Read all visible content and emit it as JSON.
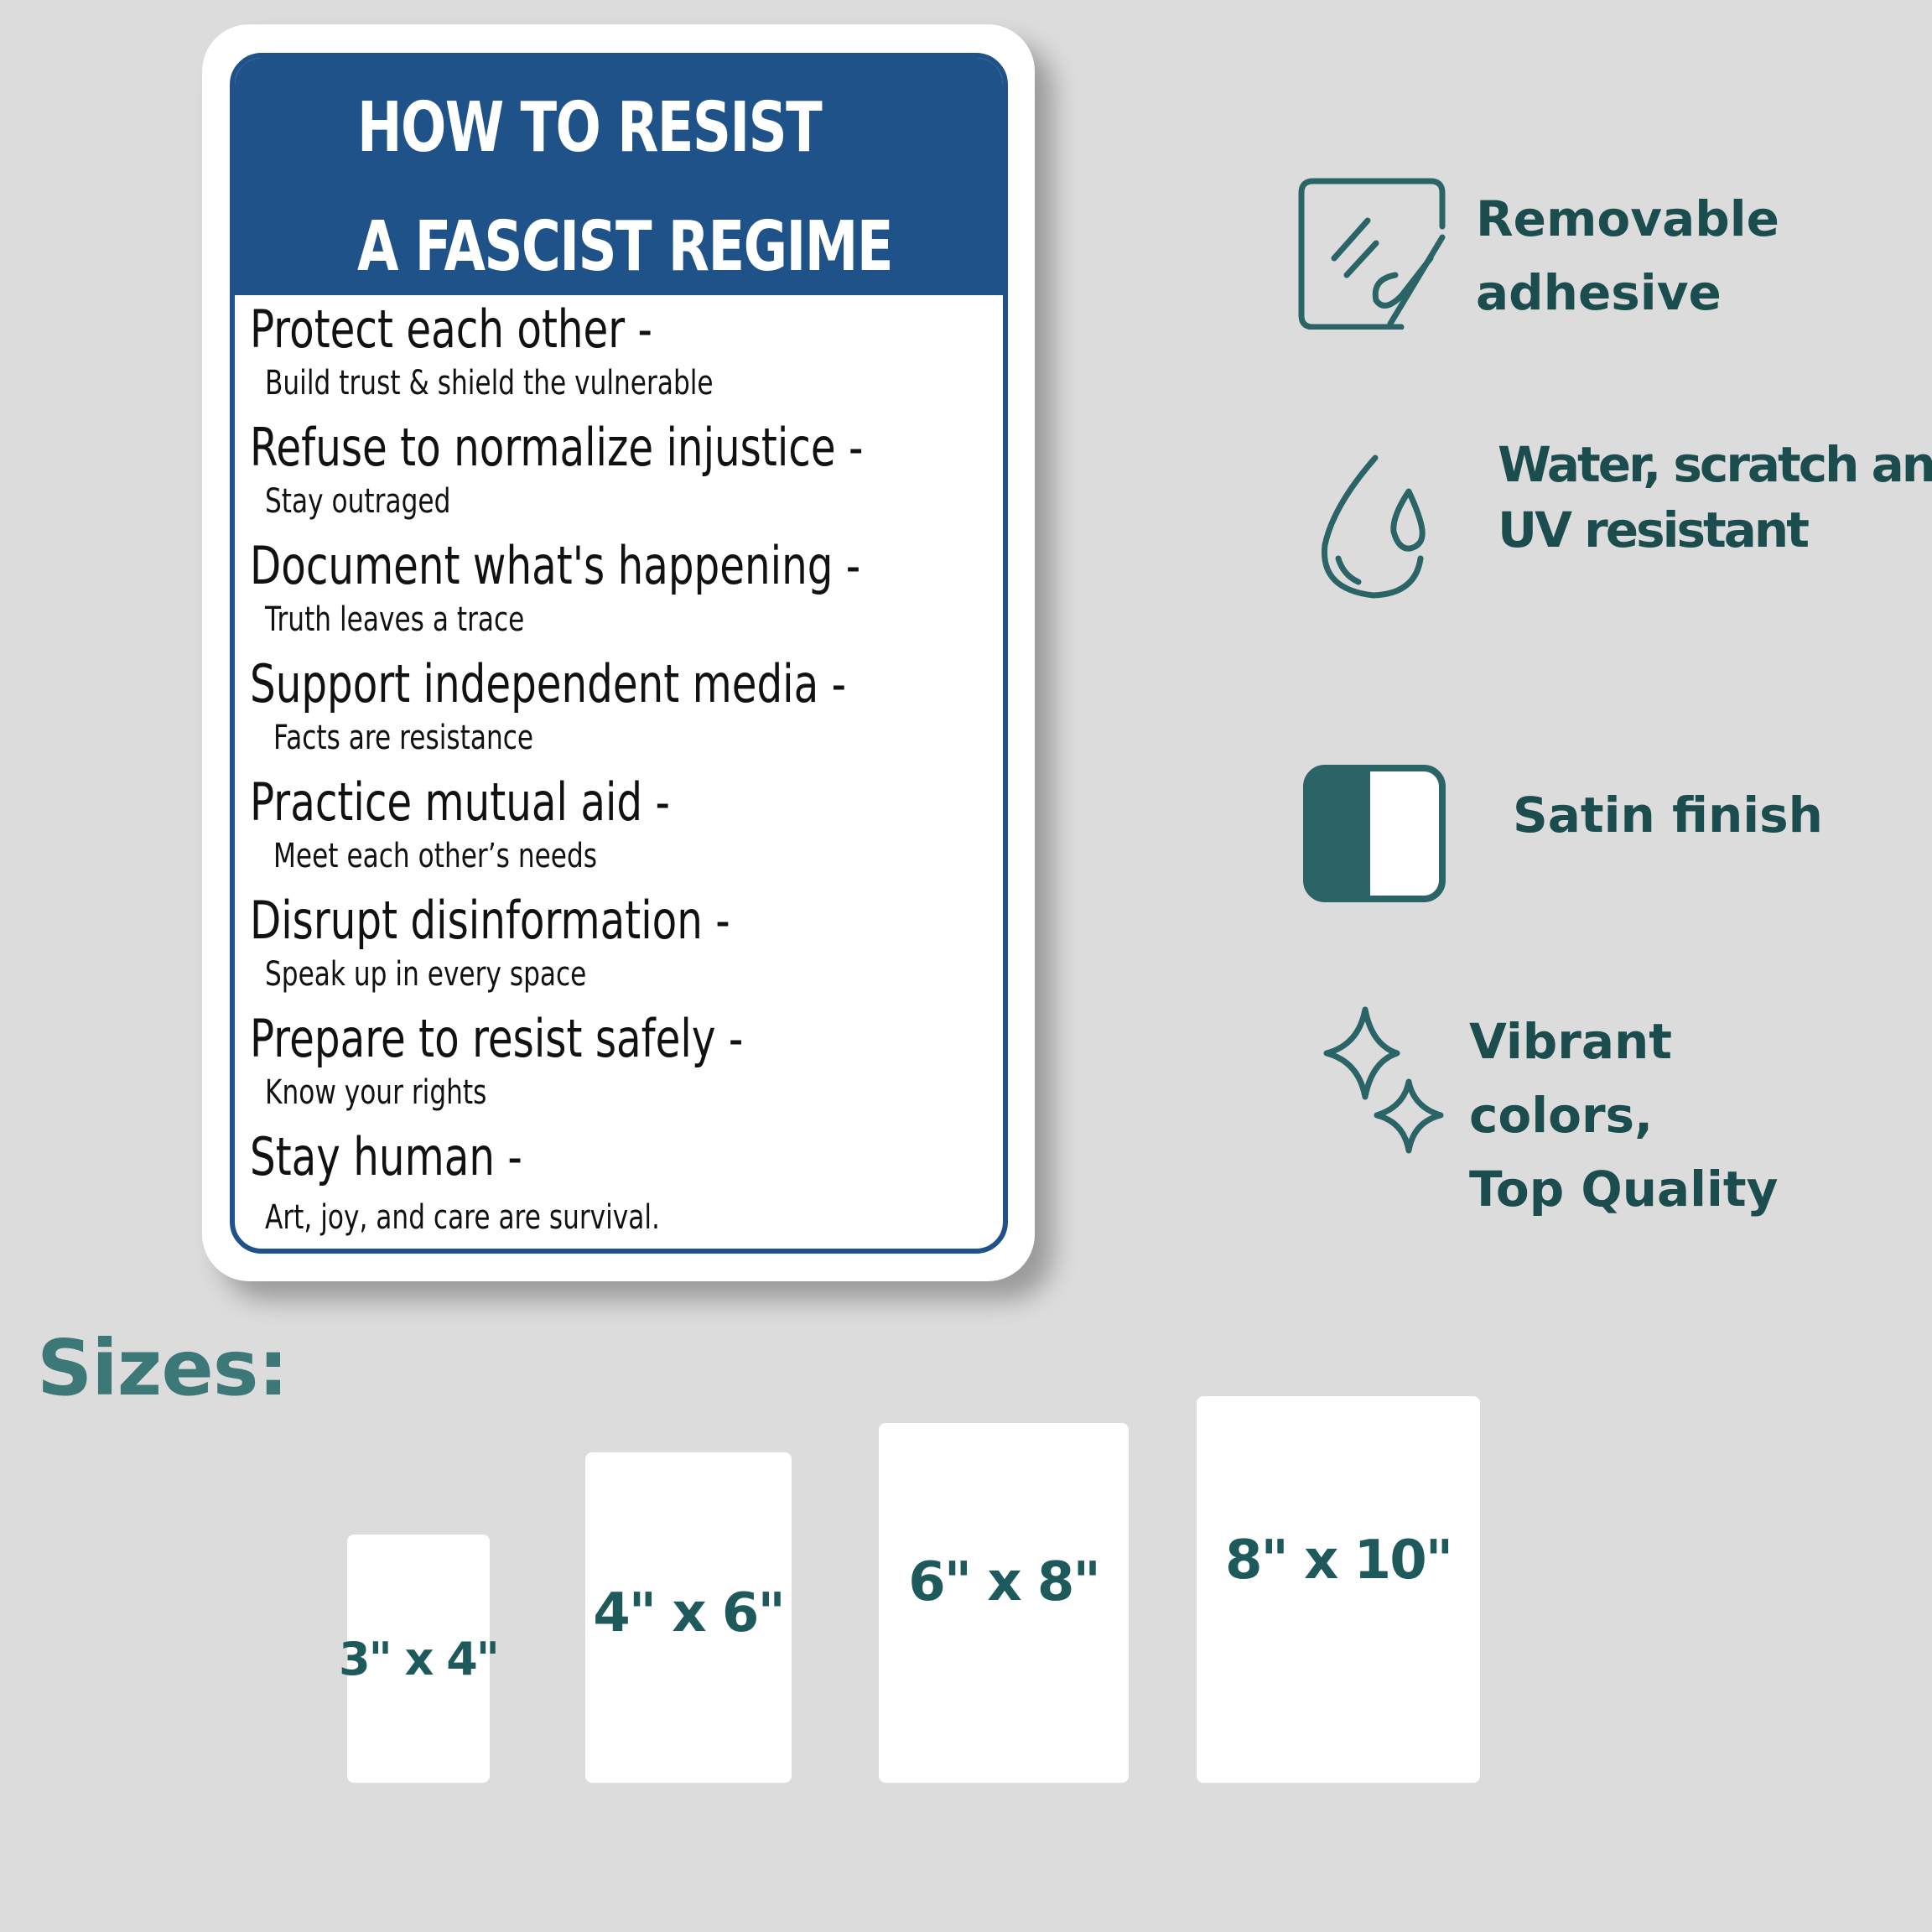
{
  "sign": {
    "title_line1": "HOW TO RESIST",
    "title_line2": "A FASCIST REGIME",
    "tips": [
      {
        "main": "Protect each other -",
        "sub": "Build trust & shield the vulnerable"
      },
      {
        "main": "Refuse to normalize injustice -",
        "sub": "Stay outraged"
      },
      {
        "main": "Document what's happening -",
        "sub": "Truth leaves a trace"
      },
      {
        "main": "Support independent media -",
        "sub": "Facts are resistance"
      },
      {
        "main": "Practice mutual aid -",
        "sub": "Meet each other’s needs"
      },
      {
        "main": "Disrupt disinformation -",
        "sub": "Speak up in every space"
      },
      {
        "main": "Prepare to resist safely -",
        "sub": "Know your rights"
      },
      {
        "main": "Stay human -",
        "sub": "Art, joy, and care are survival."
      }
    ],
    "colors": {
      "header": "#1f5288",
      "text": "#111111"
    }
  },
  "features": [
    {
      "icon": "peel-sticker-icon",
      "lines": [
        "Removable",
        "adhesive"
      ]
    },
    {
      "icon": "water-drops-icon",
      "lines": [
        "Water, scratch and",
        "UV resistant"
      ]
    },
    {
      "icon": "satin-finish-icon",
      "lines": [
        "Satin finish"
      ]
    },
    {
      "icon": "sparkles-icon",
      "lines": [
        "Vibrant",
        "colors,",
        "Top Quality"
      ]
    }
  ],
  "sizes": {
    "title": "Sizes:",
    "options": [
      "3\" x 4\"",
      "4\" x 6\"",
      "6\" x 8\"",
      "8\" x 10\""
    ]
  },
  "colors": {
    "accent": "#1b4c4e",
    "icon": "#2a6466",
    "background": "#dcdcdc"
  }
}
